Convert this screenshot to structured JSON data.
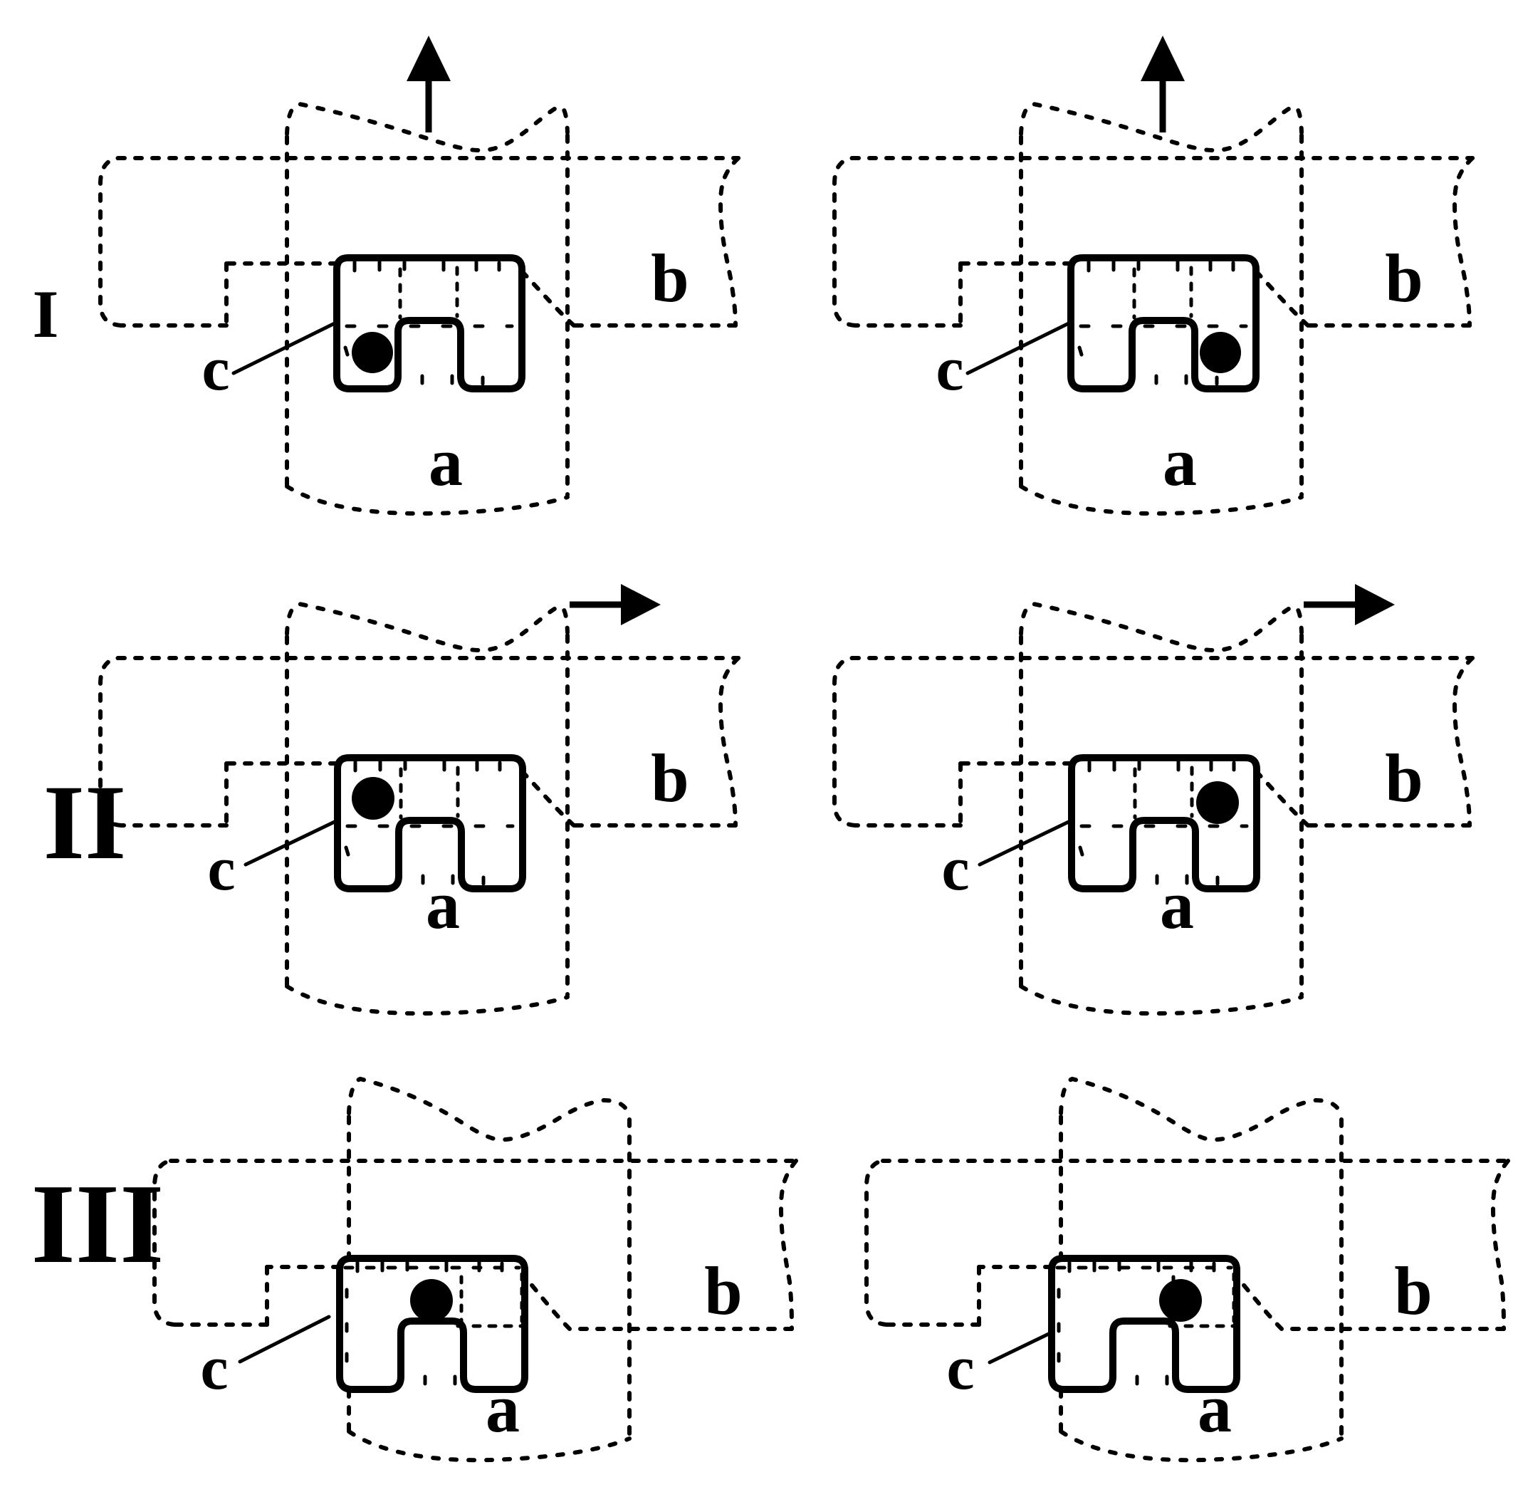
{
  "figure": {
    "title": "three-state translocation schematic",
    "colors": {
      "ink": "#000000",
      "background": "#ffffff"
    },
    "legend": {
      "a_label": "a",
      "b_label": "b",
      "c_label": "c"
    },
    "rows": [
      {
        "numeral": "I",
        "panels": [
          {
            "labels": {
              "a": "a",
              "b": "b",
              "c": "c"
            },
            "arrow": "up",
            "marker_position": "lower-left-leg"
          },
          {
            "labels": {
              "a": "a",
              "b": "b",
              "c": "c"
            },
            "arrow": "up",
            "marker_position": "lower-right-leg"
          }
        ]
      },
      {
        "numeral": "II",
        "panels": [
          {
            "labels": {
              "a": "a",
              "b": "b",
              "c": "c"
            },
            "arrow": "right",
            "marker_position": "upper-left"
          },
          {
            "labels": {
              "a": "a",
              "b": "b",
              "c": "c"
            },
            "arrow": "right",
            "marker_position": "upper-right"
          }
        ]
      },
      {
        "numeral": "III",
        "panels": [
          {
            "labels": {
              "a": "a",
              "b": "b",
              "c": "c"
            },
            "arrow": "none",
            "marker_position": "top-center"
          },
          {
            "labels": {
              "a": "a",
              "b": "b",
              "c": "c"
            },
            "arrow": "none",
            "marker_position": "top-center-right"
          }
        ]
      }
    ]
  }
}
